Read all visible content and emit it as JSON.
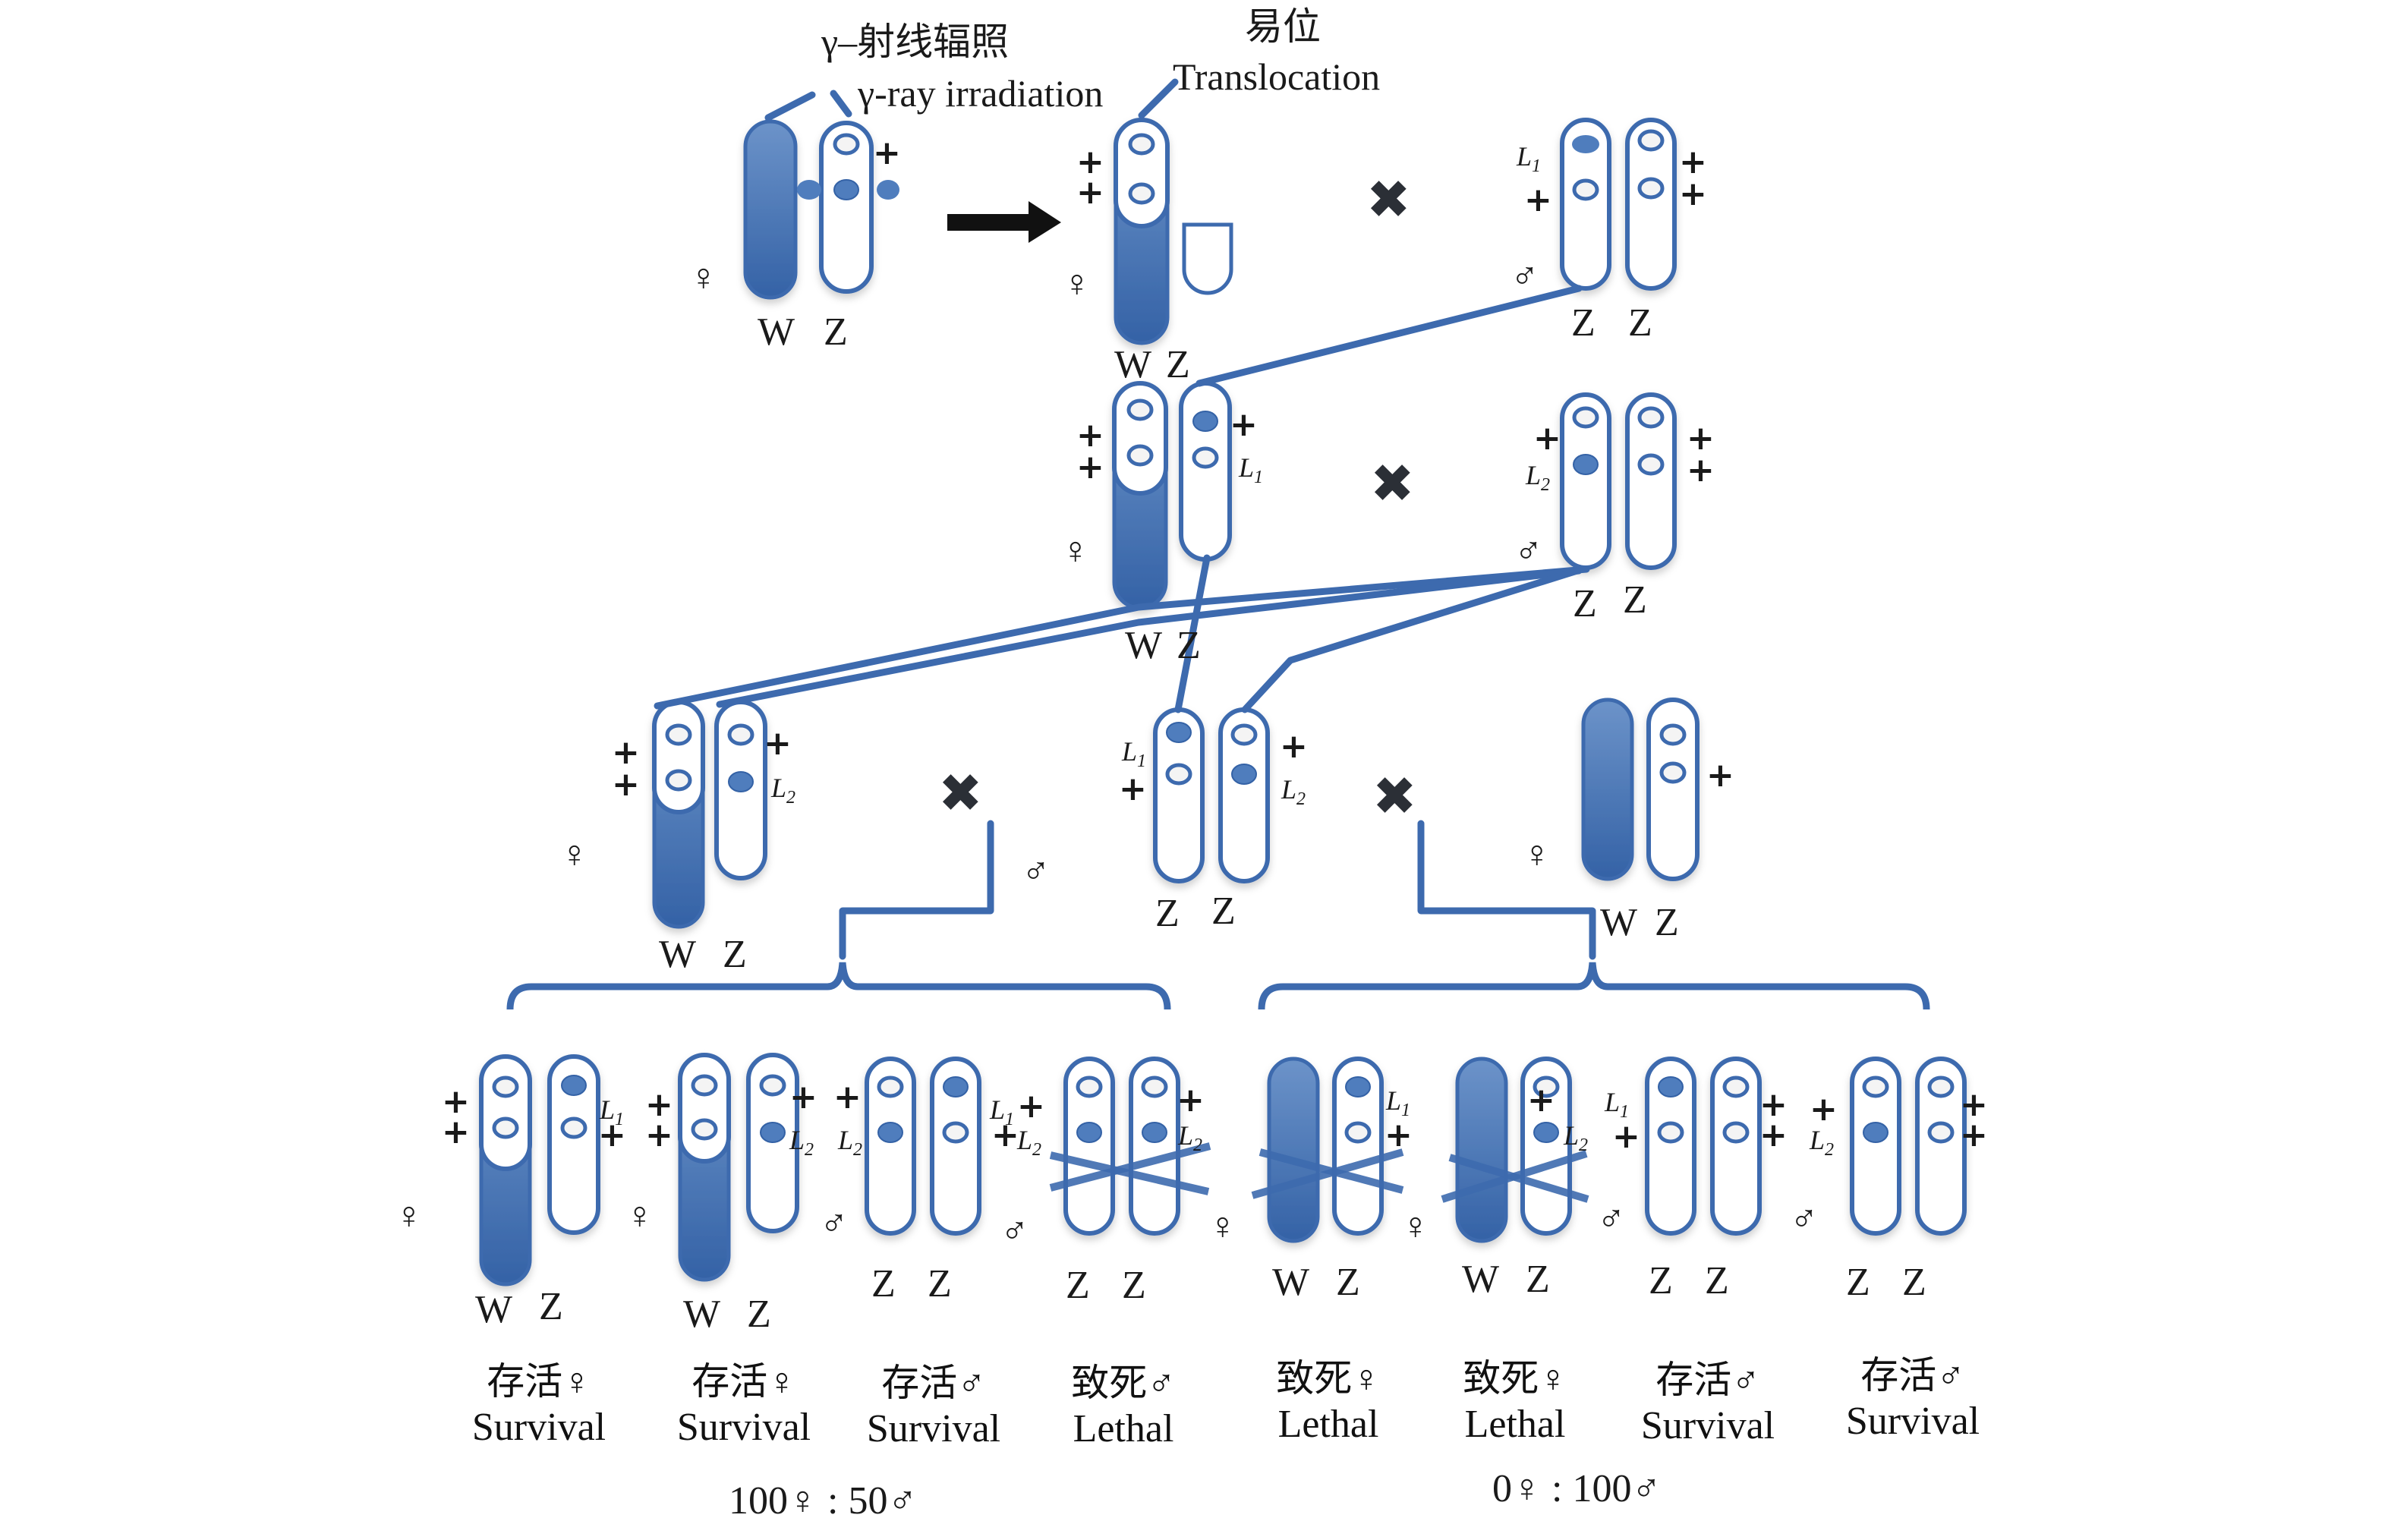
{
  "labels": {
    "irradiation_cn": "γ–射线辐照",
    "irradiation_en": "γ-ray irradiation",
    "translocation_cn": "易位",
    "translocation_en": "Translocation",
    "W": "W",
    "Z": "Z",
    "female": "♀",
    "male": "♂",
    "cross": "✖",
    "plus": "+",
    "L1": "L",
    "L1_sub": "1",
    "L2": "L",
    "L2_sub": "2"
  },
  "colors": {
    "chromosome_fill": "#4f7dbd",
    "chromosome_fill_dark": "#3462a6",
    "outline": "#3d6aae",
    "text": "#1a1a1a",
    "cross_mark": "#2b2f36"
  },
  "offspring": [
    {
      "status_cn": "存活♀",
      "status_en": "Survival",
      "sex": "female",
      "genotype": "W(++) Z(L1 +)"
    },
    {
      "status_cn": "存活♀",
      "status_en": "Survival",
      "sex": "female",
      "genotype": "W(++) Z(+ L2)"
    },
    {
      "status_cn": "存活♂",
      "status_en": "Survival",
      "sex": "male",
      "genotype": "Z(+ L2) Z(L1 +)"
    },
    {
      "status_cn": "致死♂",
      "status_en": "Lethal",
      "sex": "male",
      "genotype": "Z(+ L2) Z(+ L2)"
    },
    {
      "status_cn": "致死♀",
      "status_en": "Lethal",
      "sex": "female",
      "genotype": "W Z(L1 +)"
    },
    {
      "status_cn": "致死♀",
      "status_en": "Lethal",
      "sex": "female",
      "genotype": "W Z(+ L2)"
    },
    {
      "status_cn": "存活♂",
      "status_en": "Survival",
      "sex": "male",
      "genotype": "Z(L1 +) Z(+ +)"
    },
    {
      "status_cn": "存活♂",
      "status_en": "Survival",
      "sex": "male",
      "genotype": "Z(+ L2) Z(+ +)"
    }
  ],
  "ratios": {
    "left": "100♀ : 50♂",
    "right": "0♀ : 100♂"
  }
}
